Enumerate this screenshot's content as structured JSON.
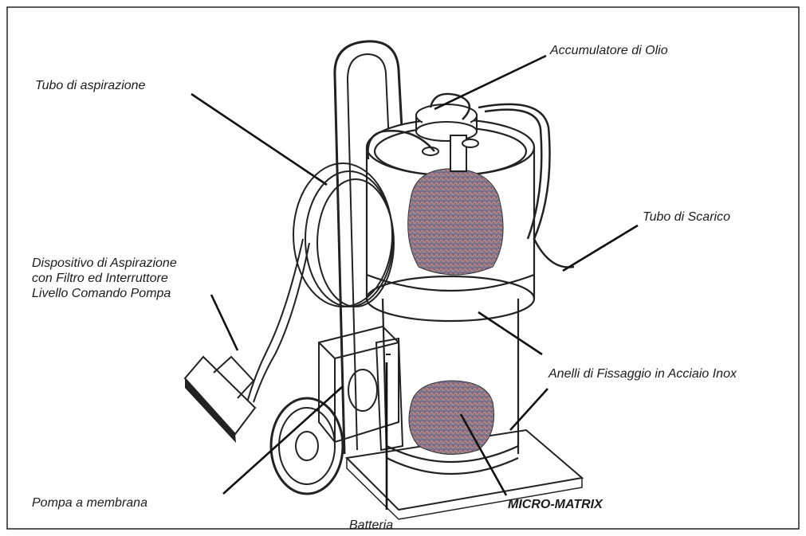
{
  "labels": {
    "accumulatore": "Accumulatore di Olio",
    "tubo_aspirazione": "Tubo di aspirazione",
    "tubo_scarico": "Tubo di Scarico",
    "dispositivo_line1": "Dispositivo di Aspirazione",
    "dispositivo_line2": "con  Filtro ed Interruttore",
    "dispositivo_line3": "Livello Comando Pompa",
    "anelli": "Anelli di Fissaggio in Acciaio Inox",
    "pompa": "Pompa a membrana",
    "micro_matrix": "MICRO-MATRIX",
    "batteria": "Batteria"
  }
}
